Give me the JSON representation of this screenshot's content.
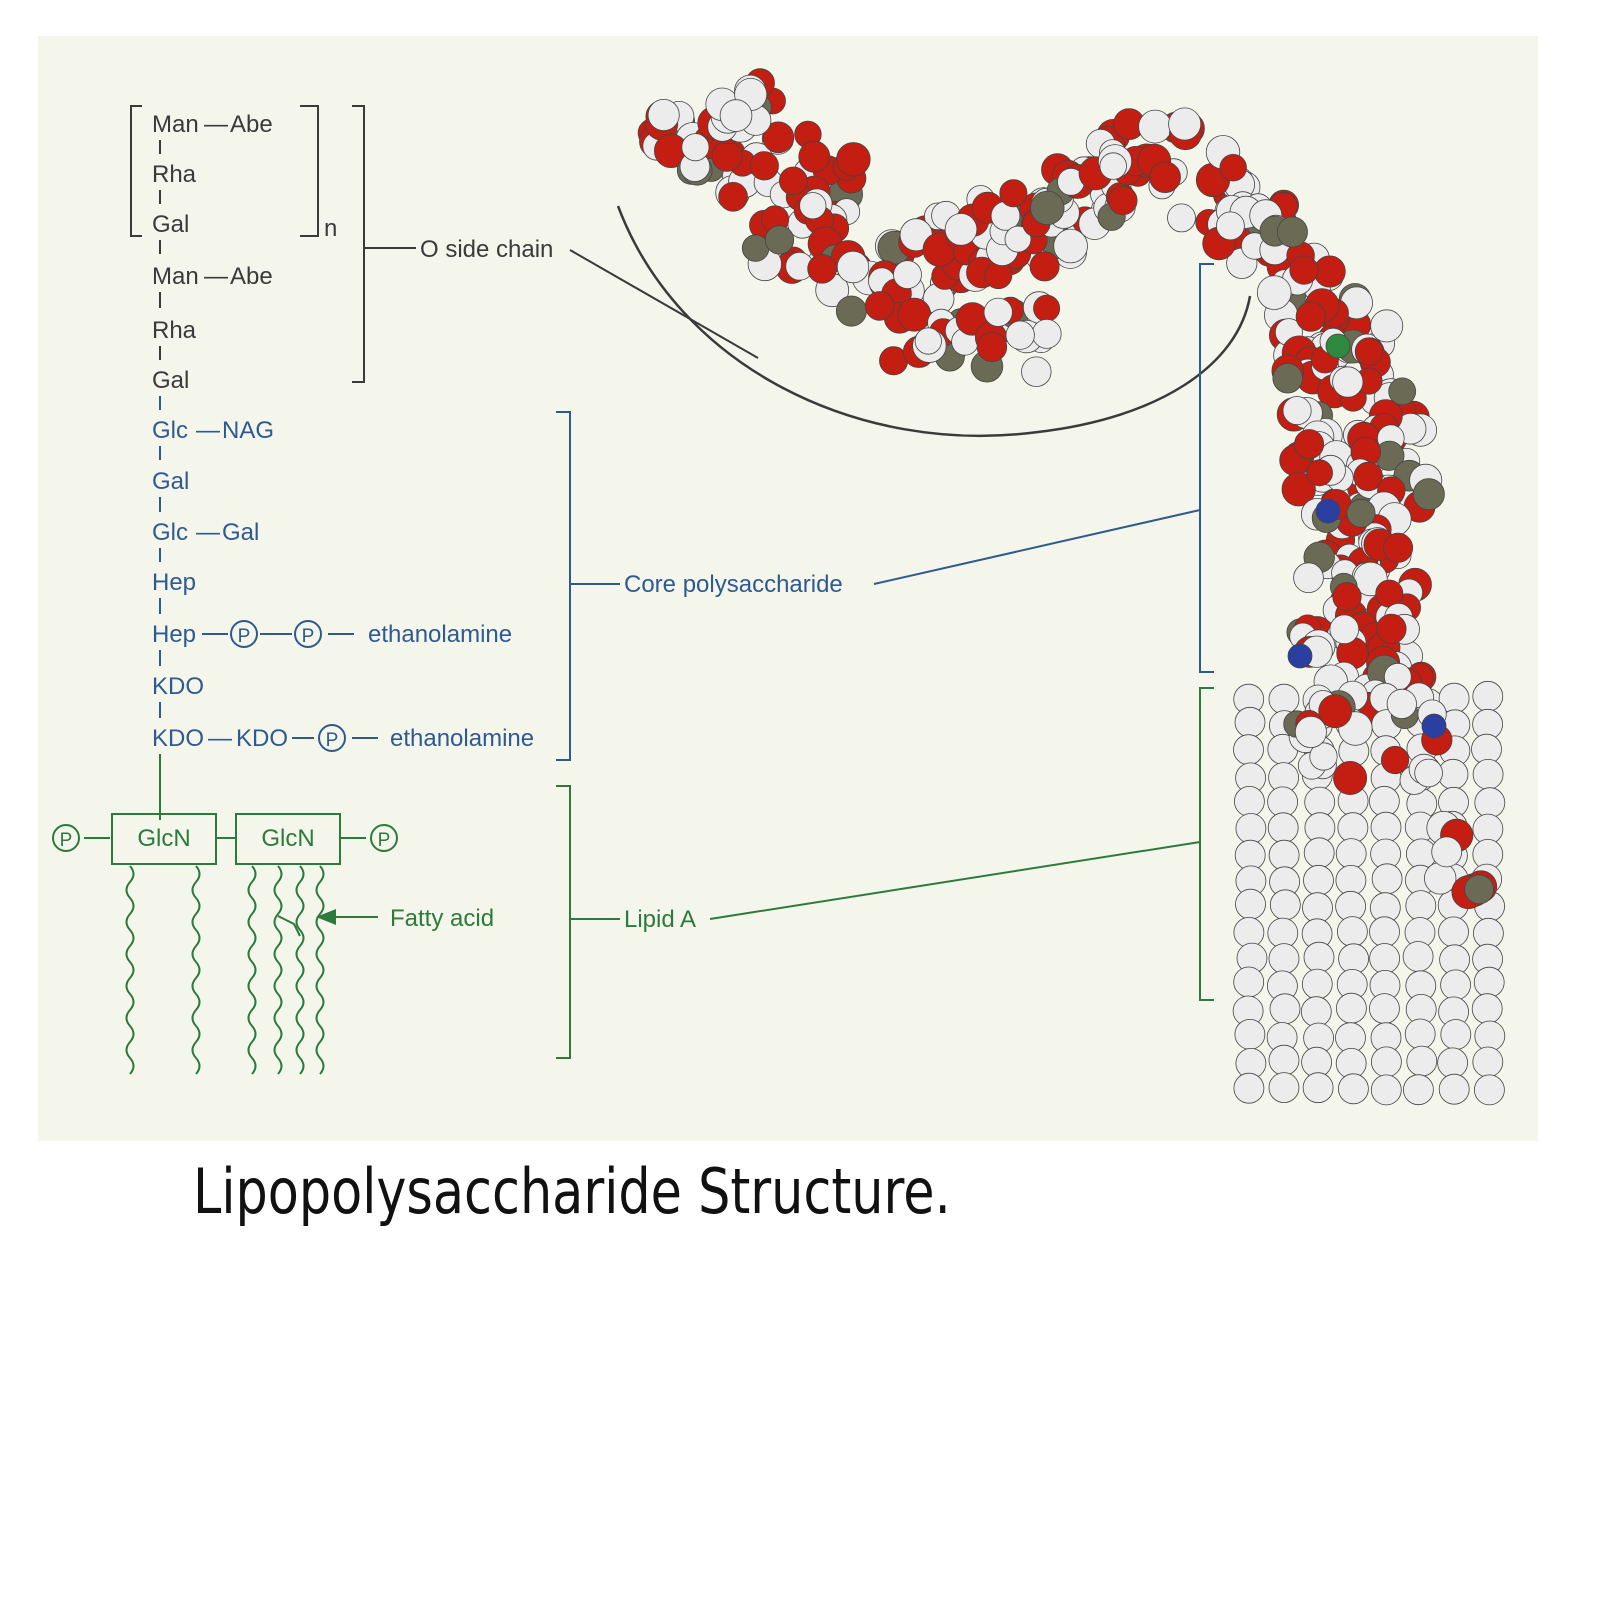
{
  "caption": "Lipopolysaccharide Structure.",
  "colors": {
    "o_chain": "#3a3a3a",
    "core": "#2f5a8f",
    "lipid": "#2d7a3c",
    "oxygen_atom": "#c41e12",
    "hydrogen_atom": "#ececec",
    "carbon_atom": "#6a6a55",
    "nitrogen_atom": "#2a3fa0",
    "phosphorus_atom": "#2e8a3e"
  },
  "o_side_chain": {
    "repeat_unit": {
      "a": "Man",
      "b": "Abe",
      "c": "Rha",
      "d": "Gal",
      "subscript": "n"
    },
    "units": {
      "man": "Man",
      "abe": "Abe",
      "rha": "Rha",
      "gal": "Gal"
    },
    "dash": "—",
    "label": "O side chain"
  },
  "core": {
    "glc1": "Glc",
    "nag": "NAG",
    "gal1": "Gal",
    "glc2": "Glc",
    "gal2": "Gal",
    "hep1": "Hep",
    "hep2": "Hep",
    "p": "P",
    "ethanolamine": "ethanolamine",
    "kdo1": "KDO",
    "kdo2": "KDO",
    "kdo3": "KDO",
    "label": "Core polysaccharide"
  },
  "lipid_a": {
    "glcn1": "GlcN",
    "glcn2": "GlcN",
    "p": "P",
    "fatty_acid": "Fatty  acid",
    "label": "Lipid A"
  }
}
